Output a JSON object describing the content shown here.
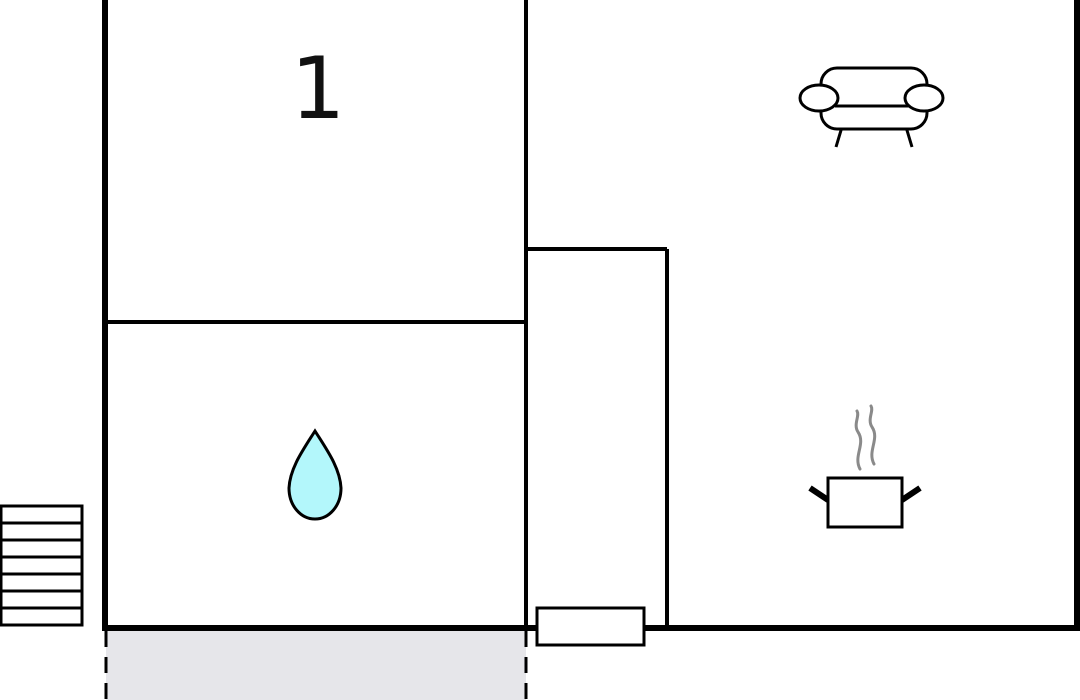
{
  "floorplan": {
    "rooms": [
      {
        "id": "bedroom",
        "label": "1",
        "icon": "bedroom-number"
      },
      {
        "id": "bathroom",
        "label": "",
        "icon": "water-drop-icon"
      },
      {
        "id": "hallway",
        "label": "",
        "icon": ""
      },
      {
        "id": "living",
        "label": "",
        "icon": "sofa-icon"
      },
      {
        "id": "kitchen",
        "label": "",
        "icon": "cooking-pot-icon"
      }
    ],
    "features": [
      "stairs-icon",
      "entrance-door",
      "terrace-area"
    ],
    "colors": {
      "wall": "#000000",
      "water_drop_fill": "#b3f7fb",
      "terrace_fill": "#e6e6ea",
      "steam": "#8a8a8a"
    }
  }
}
